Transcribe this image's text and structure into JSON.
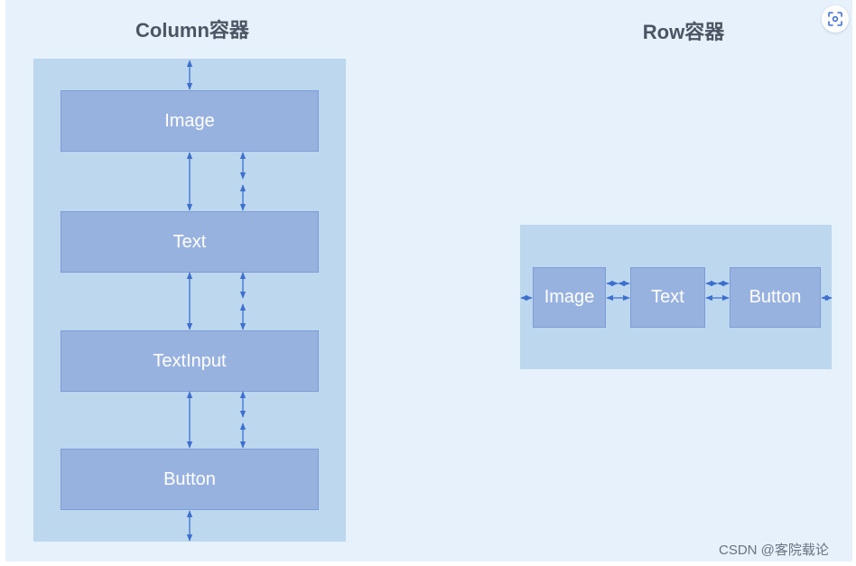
{
  "column": {
    "title": "Column容器",
    "items": [
      "Image",
      "Text",
      "TextInput",
      "Button"
    ]
  },
  "row": {
    "title": "Row容器",
    "items": [
      "Image",
      "Text",
      "Button"
    ]
  },
  "watermark": "CSDN @客院载论",
  "icons": {
    "corner_button": "screenshot-scan-icon"
  },
  "colors": {
    "background": "#e6f1fc",
    "container": "#bcd7ee",
    "box": "#98b2e0",
    "arrow": "#3d6fd0",
    "title": "#4b5563"
  }
}
